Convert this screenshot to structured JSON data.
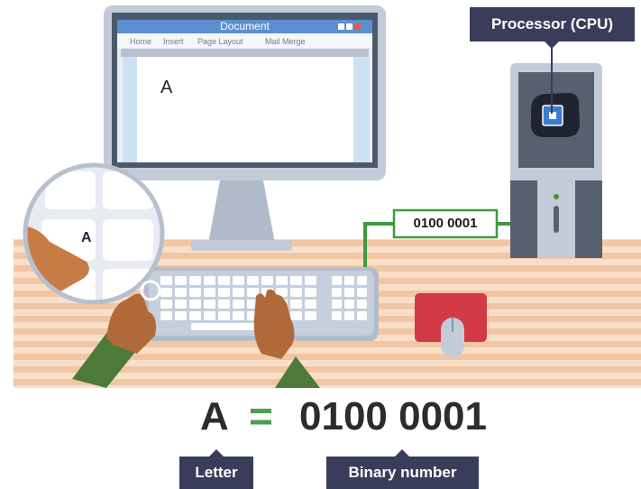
{
  "document_window": {
    "title": "Document",
    "menu": [
      "Home",
      "Insert",
      "Page Layout",
      "Mail Merge"
    ],
    "typed_letter": "A"
  },
  "magnifier": {
    "key_letter": "A"
  },
  "cable_label": "0100 0001",
  "processor_label": "Processor (CPU)",
  "equation": {
    "letter": "A",
    "equals": "=",
    "binary": "0100 0001"
  },
  "callouts": {
    "letter": "Letter",
    "binary": "Binary number"
  },
  "colors": {
    "callout_bg": "#3a3d5a",
    "wire": "#3d9a3d",
    "monitor": "#c3cbd8",
    "desk_stripe": "#f2c6a4",
    "mouse_pad": "#d23a45"
  }
}
